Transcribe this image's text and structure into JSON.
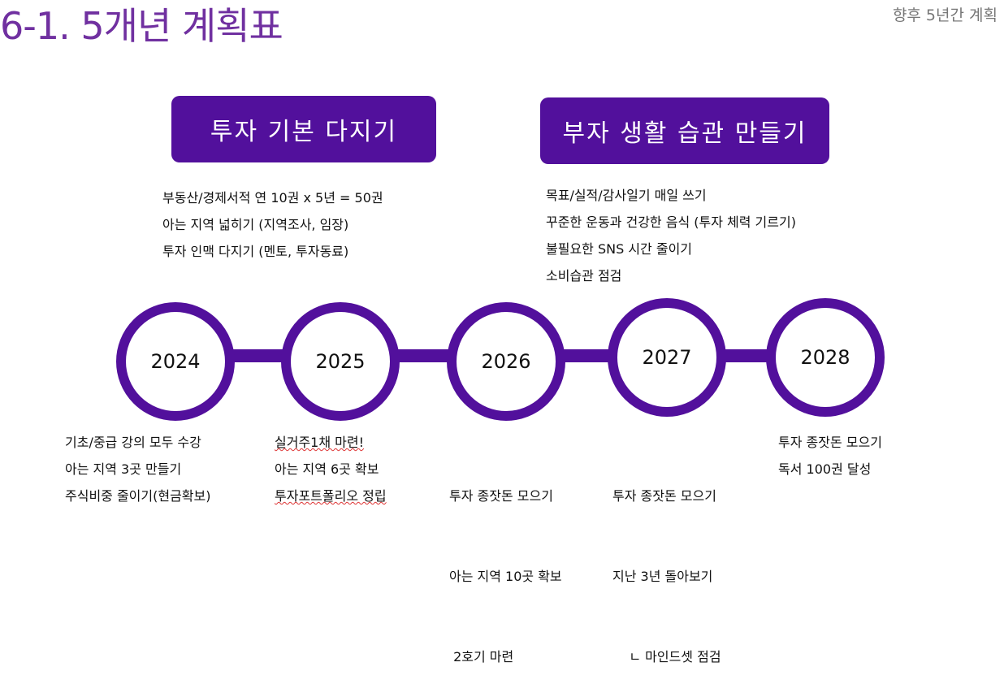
{
  "header": {
    "title": "6-1. 5개년 계획표",
    "subtitle": "향후 5년간 계획"
  },
  "phases": [
    {
      "label": "투자 기본 다지기",
      "items": [
        "부동산/경제서적 연 10권 x 5년 = 50권",
        "아는 지역 넓히기 (지역조사, 임장)",
        "투자 인맥 다지기 (멘토, 투자동료)"
      ]
    },
    {
      "label": "부자 생활 습관 만들기",
      "items": [
        "목표/실적/감사일기 매일 쓰기",
        "꾸준한 운동과 건강한 음식 (투자 체력 기르기)",
        "불필요한 SNS 시간 줄이기",
        "소비습관 점검"
      ]
    }
  ],
  "years": [
    {
      "year": "2024",
      "goals": [
        "기초/중급 강의 모두 수강",
        "아는 지역 3곳 만들기",
        "주식비중 줄이기(현금확보)"
      ]
    },
    {
      "year": "2025",
      "goals": [
        "실거주1채 마련!",
        "아는 지역 6곳 확보",
        "투자포트폴리오 정립"
      ]
    },
    {
      "year": "2026",
      "goals": [
        "투자 종잣돈 모으기",
        "아는 지역 10곳 확보",
        " 2호기 마련"
      ]
    },
    {
      "year": "2027",
      "goals": [
        "투자 종잣돈 모으기",
        "지난 3년 돌아보기",
        "    ㄴ 마인드셋 점검"
      ]
    },
    {
      "year": "2028",
      "goals": [
        "투자 종잣돈 모으기",
        "독서 100권 달성"
      ]
    }
  ],
  "colors": {
    "accent": "#52109c",
    "title": "#7030a0"
  }
}
